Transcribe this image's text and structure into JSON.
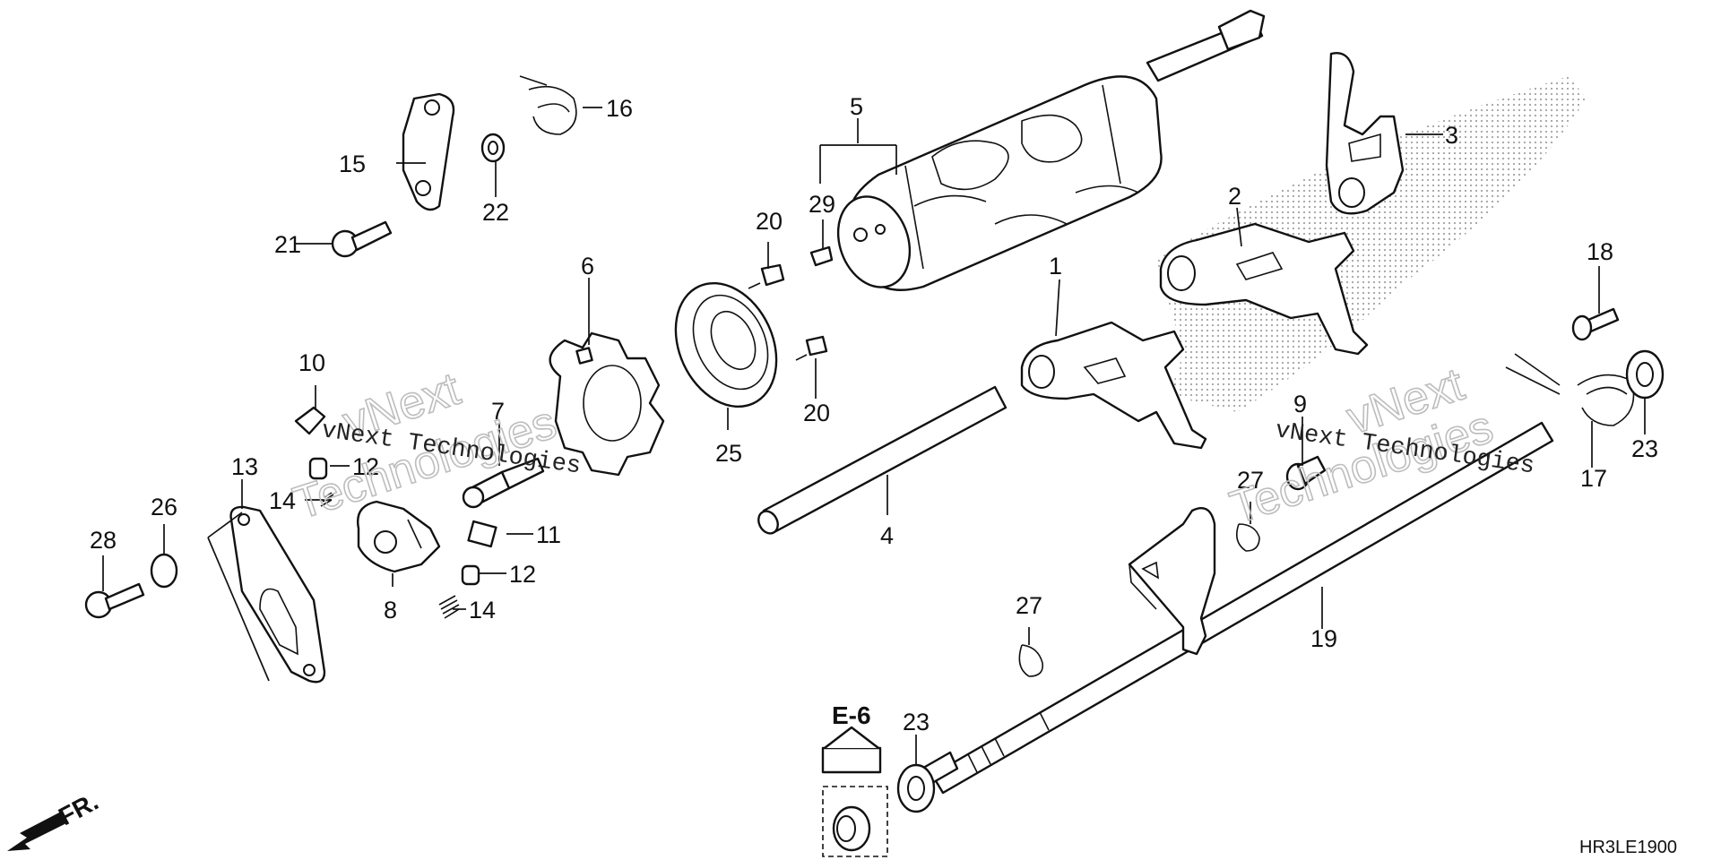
{
  "diagram": {
    "code": "HR3LE1900",
    "direction_label": "FR.",
    "reference_label": "E-6",
    "watermark_line1": "vNext",
    "watermark_line2": "Technologies",
    "watermark_caption": "vNext Technologies",
    "callouts": {
      "c1": "1",
      "c2": "2",
      "c3": "3",
      "c4": "4",
      "c5": "5",
      "c6": "6",
      "c7": "7",
      "c8": "8",
      "c9": "9",
      "c10": "10",
      "c11": "11",
      "c12a": "12",
      "c12b": "12",
      "c13": "13",
      "c14a": "14",
      "c14b": "14",
      "c15": "15",
      "c16": "16",
      "c17": "17",
      "c18": "18",
      "c19": "19",
      "c20a": "20",
      "c20b": "20",
      "c21": "21",
      "c22": "22",
      "c23a": "23",
      "c23b": "23",
      "c25": "25",
      "c26": "26",
      "c27a": "27",
      "c27b": "27",
      "c28": "28",
      "c29": "29"
    }
  }
}
